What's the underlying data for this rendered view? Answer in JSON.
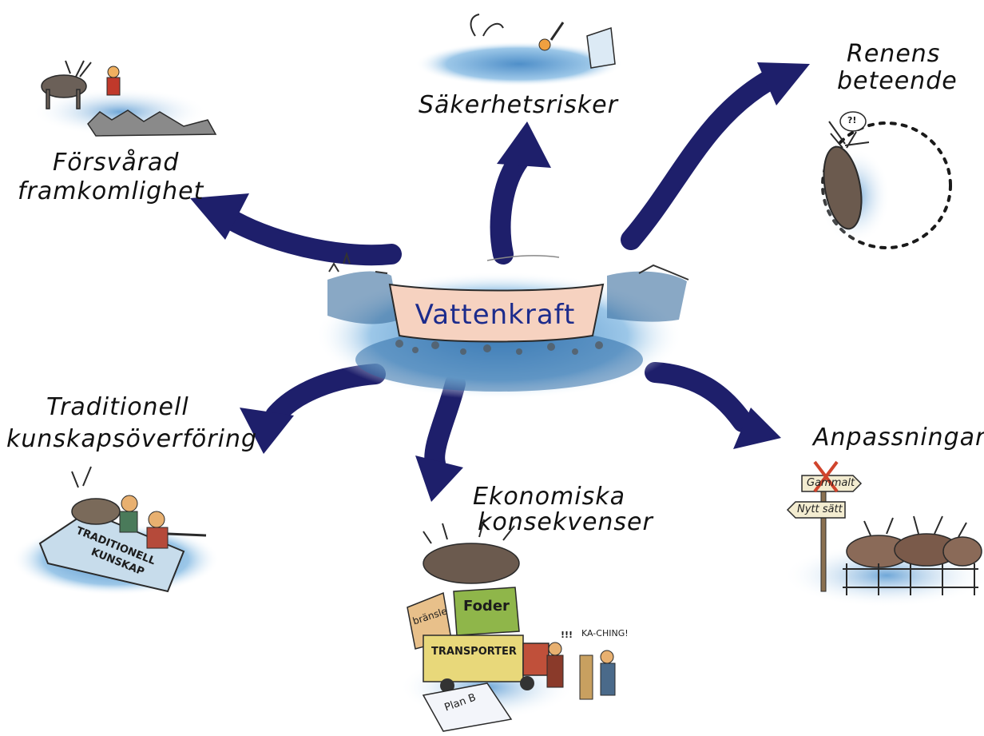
{
  "center": {
    "label": "Vattenkraft"
  },
  "consequences": [
    {
      "id": "access",
      "label_lines": [
        "Försvårad",
        "framkomlighet"
      ]
    },
    {
      "id": "safety",
      "label_lines": [
        "Säkerhetsrisker"
      ]
    },
    {
      "id": "behaviour",
      "label_lines": [
        "Renens",
        "beteende"
      ]
    },
    {
      "id": "knowledge",
      "label_lines": [
        "Traditionell",
        "kunskapsöverföring"
      ]
    },
    {
      "id": "economy",
      "label_lines": [
        "Ekonomiska",
        "konsekvenser"
      ]
    },
    {
      "id": "adaptation",
      "label_lines": [
        "Anpassningar"
      ]
    }
  ],
  "illustration_text": {
    "ice_floe": [
      "TRADITIONELL",
      "KUNSKAP"
    ],
    "fuel": "bränsle",
    "feed": "Foder",
    "truck": "TRANSPORTER",
    "plan": "Plan B",
    "cash_sound": "KA-CHING!",
    "exclaim": "!!!",
    "confused": "?!",
    "sign_old": "Gammalt",
    "sign_new": "Nytt sätt"
  },
  "colors": {
    "arrow": "#1e1f6b",
    "water": "#7fb3dc",
    "center_box": "#f6d2c0",
    "center_text": "#1c2b8c"
  }
}
